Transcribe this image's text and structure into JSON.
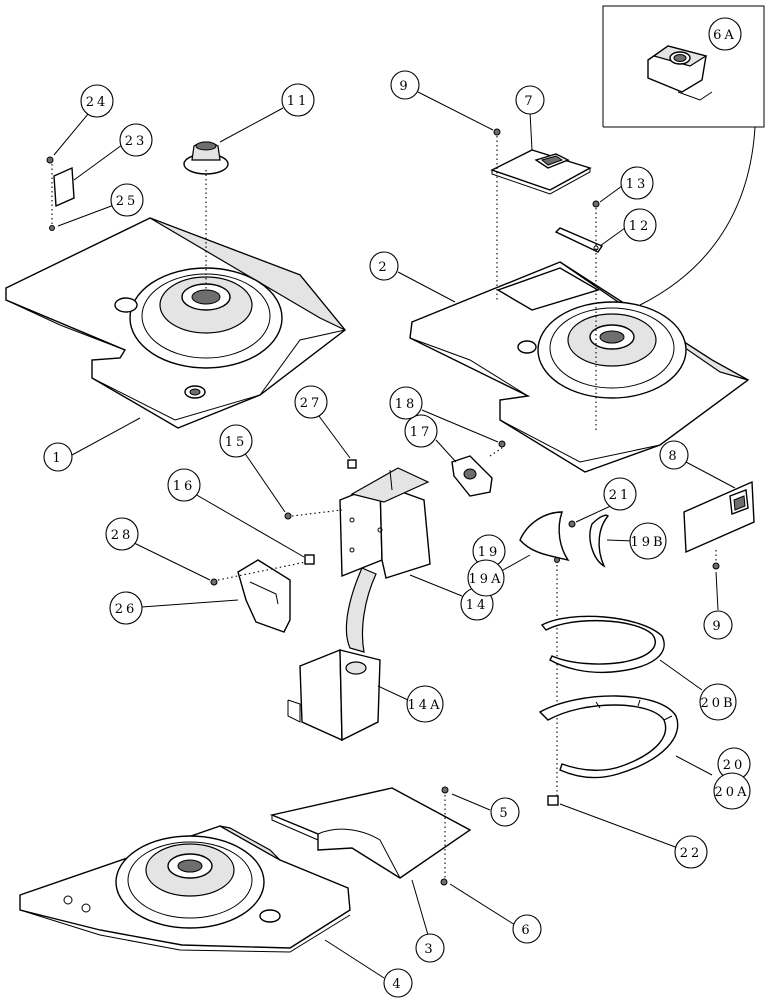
{
  "callouts": [
    {
      "id": "c1",
      "label": "1"
    },
    {
      "id": "c2",
      "label": "2"
    },
    {
      "id": "c3",
      "label": "3"
    },
    {
      "id": "c4",
      "label": "4"
    },
    {
      "id": "c5",
      "label": "5"
    },
    {
      "id": "c6",
      "label": "6"
    },
    {
      "id": "c6a",
      "label": "6A"
    },
    {
      "id": "c7",
      "label": "7"
    },
    {
      "id": "c8",
      "label": "8"
    },
    {
      "id": "c9a",
      "label": "9"
    },
    {
      "id": "c9b",
      "label": "9"
    },
    {
      "id": "c11",
      "label": "11"
    },
    {
      "id": "c12",
      "label": "12"
    },
    {
      "id": "c13",
      "label": "13"
    },
    {
      "id": "c14",
      "label": "14"
    },
    {
      "id": "c14a",
      "label": "14A"
    },
    {
      "id": "c15",
      "label": "15"
    },
    {
      "id": "c16",
      "label": "16"
    },
    {
      "id": "c17",
      "label": "17"
    },
    {
      "id": "c18",
      "label": "18"
    },
    {
      "id": "c19",
      "label": "19"
    },
    {
      "id": "c19a",
      "label": "19A"
    },
    {
      "id": "c19b",
      "label": "19B"
    },
    {
      "id": "c20",
      "label": "20"
    },
    {
      "id": "c20a",
      "label": "20A"
    },
    {
      "id": "c20b",
      "label": "20B"
    },
    {
      "id": "c21",
      "label": "21"
    },
    {
      "id": "c22",
      "label": "22"
    },
    {
      "id": "c23",
      "label": "23"
    },
    {
      "id": "c24",
      "label": "24"
    },
    {
      "id": "c25",
      "label": "25"
    },
    {
      "id": "c26",
      "label": "26"
    },
    {
      "id": "c27",
      "label": "27"
    },
    {
      "id": "c28",
      "label": "28"
    }
  ]
}
